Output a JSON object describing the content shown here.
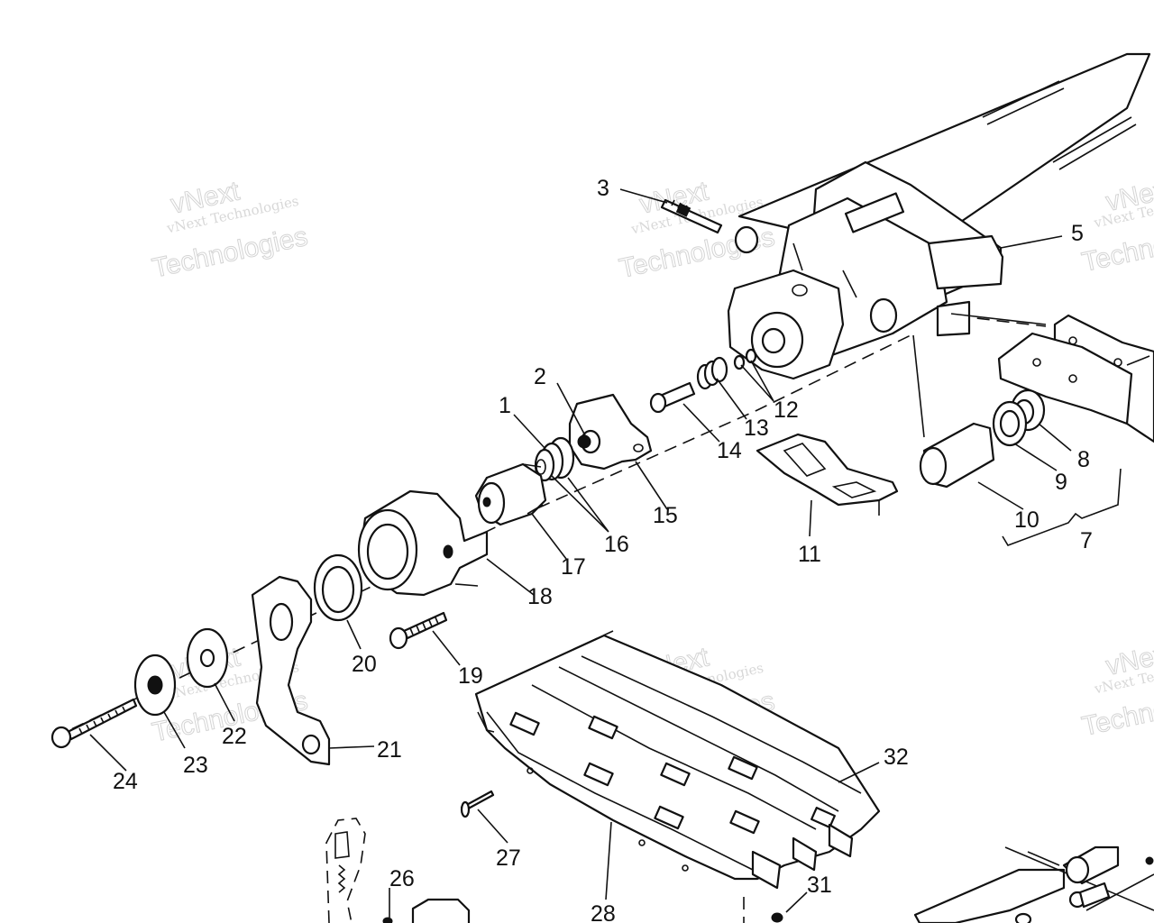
{
  "watermark": {
    "line1": "vNext",
    "line2": "vNext Technologies",
    "line3": "Technologies",
    "line2_partial": "vNext Te",
    "line3_partial": "Techno"
  },
  "callouts": [
    {
      "id": "c1",
      "label": "1"
    },
    {
      "id": "c2",
      "label": "2"
    },
    {
      "id": "c3",
      "label": "3"
    },
    {
      "id": "c5",
      "label": "5"
    },
    {
      "id": "c7",
      "label": "7"
    },
    {
      "id": "c8",
      "label": "8"
    },
    {
      "id": "c9",
      "label": "9"
    },
    {
      "id": "c10",
      "label": "10"
    },
    {
      "id": "c11",
      "label": "11"
    },
    {
      "id": "c12",
      "label": "12"
    },
    {
      "id": "c13",
      "label": "13"
    },
    {
      "id": "c14",
      "label": "14"
    },
    {
      "id": "c15",
      "label": "15"
    },
    {
      "id": "c16",
      "label": "16"
    },
    {
      "id": "c17",
      "label": "17"
    },
    {
      "id": "c18",
      "label": "18"
    },
    {
      "id": "c19",
      "label": "19"
    },
    {
      "id": "c20",
      "label": "20"
    },
    {
      "id": "c21",
      "label": "21"
    },
    {
      "id": "c22",
      "label": "22"
    },
    {
      "id": "c23",
      "label": "23"
    },
    {
      "id": "c24",
      "label": "24"
    },
    {
      "id": "c26",
      "label": "26"
    },
    {
      "id": "c27",
      "label": "27"
    },
    {
      "id": "c28",
      "label": "28"
    },
    {
      "id": "c31",
      "label": "31"
    },
    {
      "id": "c32",
      "label": "32"
    }
  ]
}
